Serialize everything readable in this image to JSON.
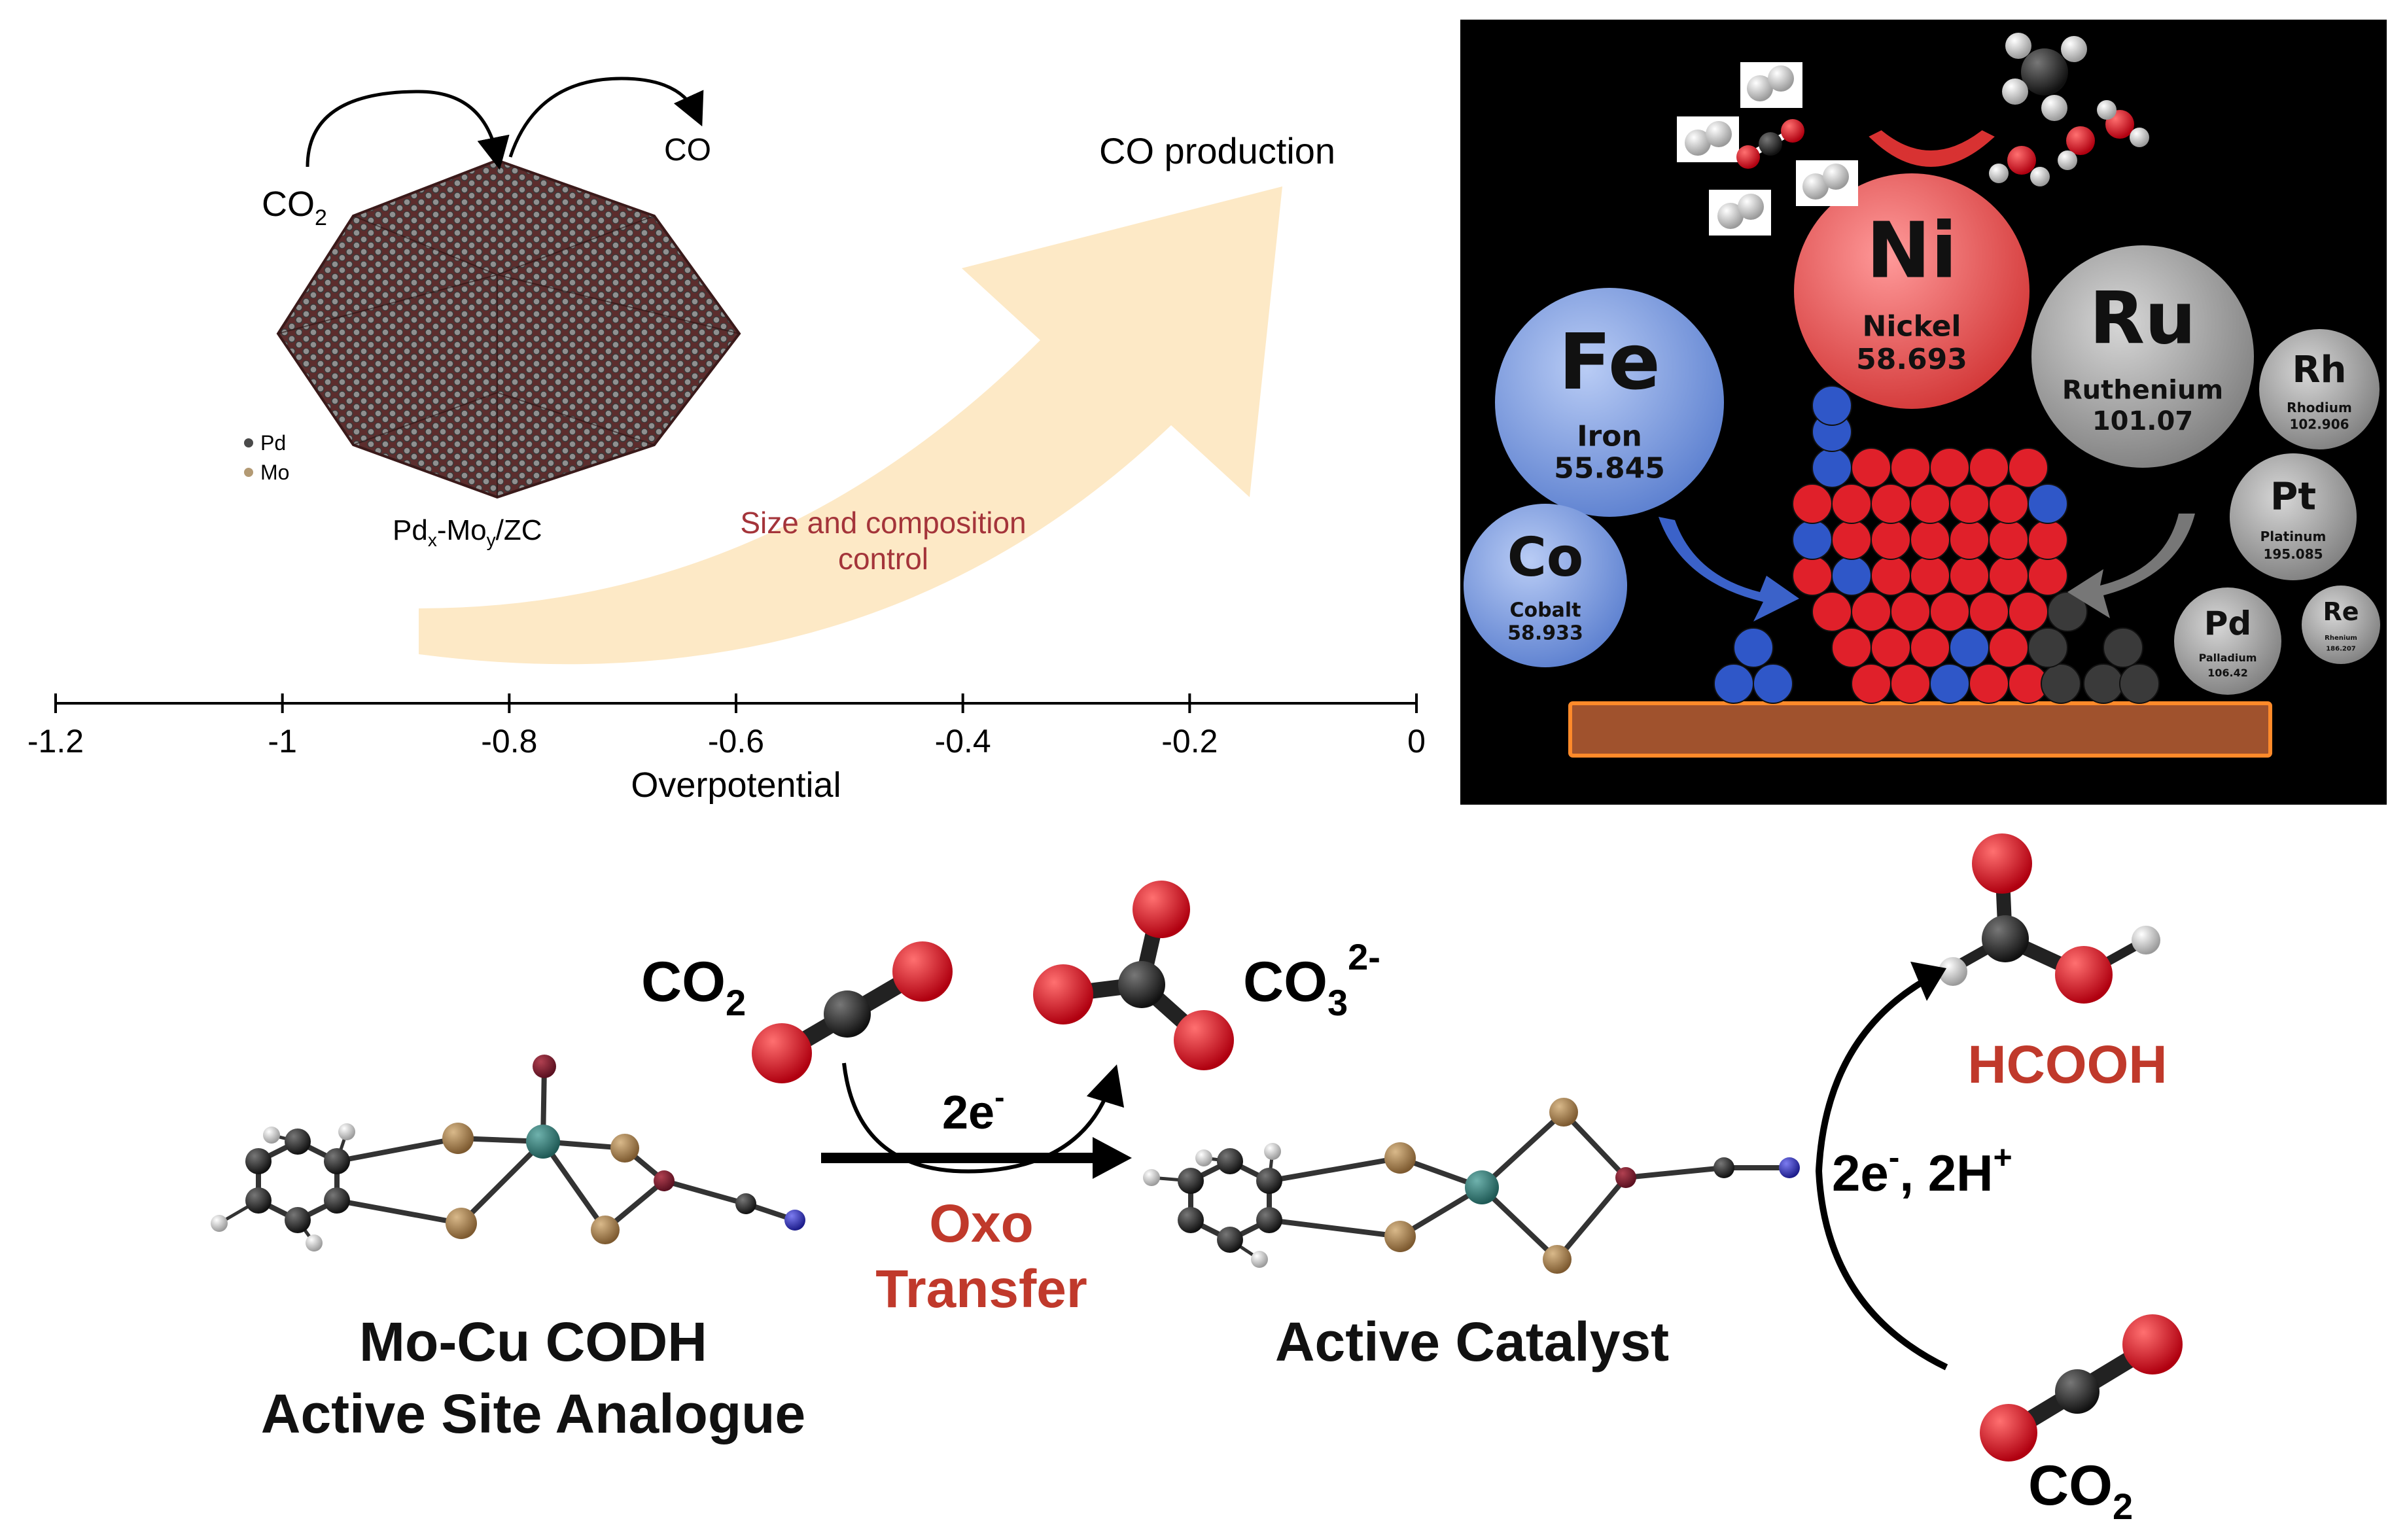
{
  "panel_a": {
    "co2": "CO",
    "co2_sub": "2",
    "co": "CO",
    "co_production": "CO production",
    "legend_pd": "Pd",
    "legend_mo": "Mo",
    "np_label": {
      "pd": "Pd",
      "x": "x",
      "mo": "-Mo",
      "y": "y",
      "zc": "/ZC"
    },
    "arrow_text_1": "Size and composition",
    "arrow_text_2": "control",
    "axis_label": "Overpotential",
    "ticks": [
      "-1.2",
      "-1",
      "-0.8",
      "-0.6",
      "-0.4",
      "-0.2",
      "0"
    ],
    "colors": {
      "arrow": "#fde9c6",
      "arrow_text": "#a4343a",
      "pd": "#4a4a4a",
      "mo": "#b39a74",
      "particle": "#7a3a3a"
    }
  },
  "panel_b": {
    "elements": [
      {
        "symbol": "Fe",
        "name": "Iron",
        "mass": "55.845"
      },
      {
        "symbol": "Ni",
        "name": "Nickel",
        "mass": "58.693"
      },
      {
        "symbol": "Ru",
        "name": "Ruthenium",
        "mass": "101.07"
      },
      {
        "symbol": "Rh",
        "name": "Rhodium",
        "mass": "102.906"
      },
      {
        "symbol": "Co",
        "name": "Cobalt",
        "mass": "58.933"
      },
      {
        "symbol": "Pt",
        "name": "Platinum",
        "mass": "195.085"
      },
      {
        "symbol": "Pd",
        "name": "Palladium",
        "mass": "106.42"
      },
      {
        "symbol": "Re",
        "name": "Rhenium",
        "mass": "186.207"
      }
    ],
    "colors": {
      "background": "#000000",
      "fe_co": "#7c9ce0",
      "ni": "#e04848",
      "grey": "#9a9a9a",
      "substrate": "#a0522d"
    }
  },
  "panel_c": {
    "co2_left": "CO",
    "co2_left_sub": "2",
    "co3": "CO",
    "co3_sub": "3",
    "co3_sup": "2-",
    "electrons": "2e",
    "electrons_sup": "-",
    "oxo_1": "Oxo",
    "oxo_2": "Transfer",
    "analogue_1": "Mo-Cu CODH",
    "analogue_2": "Active Site Analogue",
    "active_catalyst": "Active Catalyst",
    "hcooh": "HCOOH",
    "reduction": "2e",
    "reduction_sup_e": "-",
    "reduction_h": ", 2H",
    "reduction_sup_h": "+",
    "co2_right": "CO",
    "co2_right_sub": "2",
    "colors": {
      "accent": "#c0392b",
      "oxygen": "#d8141c",
      "carbon": "#1a1a1a"
    }
  }
}
